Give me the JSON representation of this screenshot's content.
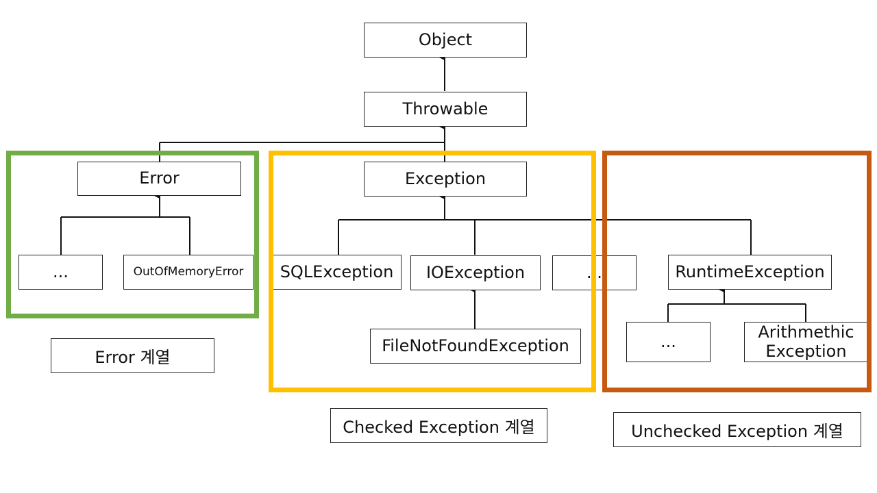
{
  "nodes": {
    "object": "Object",
    "throwable": "Throwable",
    "error": "Error",
    "exception": "Exception",
    "error_ellipsis": "...",
    "out_of_memory_error": "OutOfMemoryError",
    "sql_exception": "SQLException",
    "io_exception": "IOException",
    "checked_ellipsis": "...",
    "runtime_exception": "RuntimeException",
    "file_not_found_exception": "FileNotFoundException",
    "runtime_ellipsis": "...",
    "arithmetic_exception": "Arithmethic\nException"
  },
  "groups": {
    "error_family": {
      "label": "Error 계열",
      "color": "#70AD47"
    },
    "checked_family": {
      "label": "Checked Exception 계열",
      "color": "#FFC000"
    },
    "unchecked_family": {
      "label": "Unchecked Exception 계열",
      "color": "#C55A11"
    }
  },
  "colors": {
    "line": "#111111",
    "node_border": "#222222",
    "background": "#FFFFFF"
  }
}
